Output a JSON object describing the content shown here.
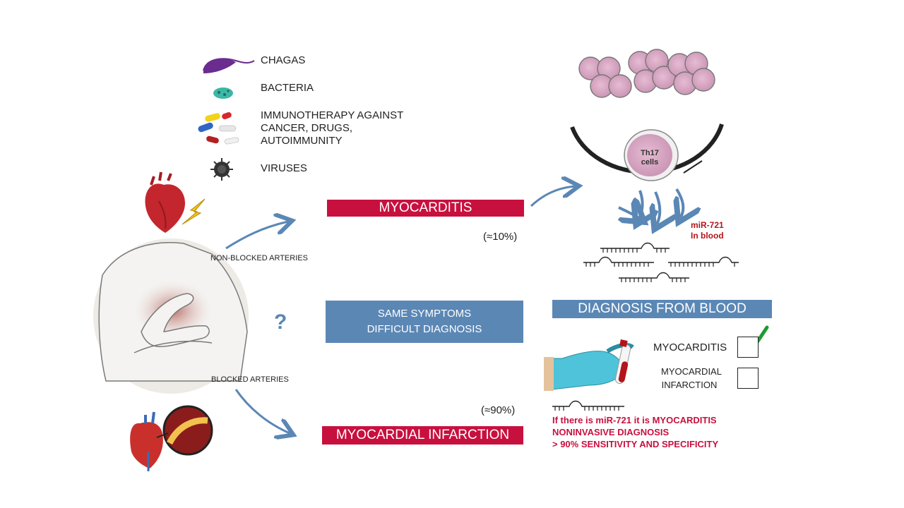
{
  "causes": [
    {
      "icon": "parasite-icon",
      "label": "CHAGAS"
    },
    {
      "icon": "bacteria-icon",
      "label": "BACTERIA"
    },
    {
      "icon": "pills-icon",
      "label": "IMMUNOTHERAPY  AGAINST\nCANCER, DRUGS,\nAUTOIMMUNITY"
    },
    {
      "icon": "virus-icon",
      "label": "VIRUSES"
    }
  ],
  "labels": {
    "non_blocked": "NON-BLOCKED ARTERIES",
    "blocked": "BLOCKED ARTERIES",
    "question": "?"
  },
  "myocarditis": {
    "banner": "MYOCARDITIS",
    "percent": "(≈10%)"
  },
  "infarction": {
    "banner": "MYOCARDIAL INFARCTION",
    "percent": "(≈90%)"
  },
  "symptoms_box": {
    "line1": "SAME SYMPTOMS",
    "line2": "DIFFICULT DIAGNOSIS"
  },
  "cells": {
    "th17_line1": "Th17",
    "th17_line2": "cells"
  },
  "mirna": {
    "line1": "miR-721",
    "line2": "In blood"
  },
  "diagnosis": {
    "title": "DIAGNOSIS FROM BLOOD",
    "option1": "MYOCARDITIS",
    "option2_line1": "MYOCARDIAL",
    "option2_line2": "INFARCTION"
  },
  "conclusion": {
    "line1": "If there is miR-721 it is MYOCARDITIS",
    "line2": "NONINVASIVE DIAGNOSIS",
    "line3": "> 90%  SENSITIVITY AND SPECIFICITY"
  },
  "colors": {
    "red": "#c8103e",
    "blue": "#5b87b5",
    "arrow": "#5b87b5",
    "cell": "#d9a6c4"
  }
}
